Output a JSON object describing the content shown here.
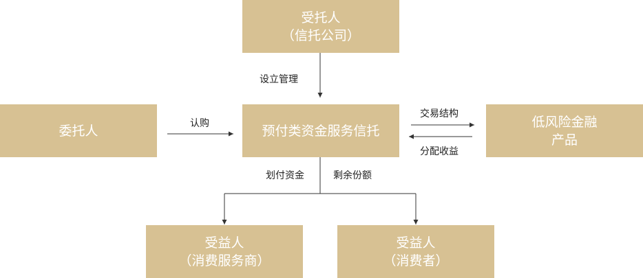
{
  "colors": {
    "box_fill": "#d7c193",
    "box_text": "#ffffff",
    "line": "#333333",
    "label_text": "#222222"
  },
  "nodes": {
    "trustee": {
      "line1": "受托人",
      "line2": "（信托公司）"
    },
    "settlor": {
      "line1": "委托人"
    },
    "trust": {
      "line1": "预付类资金服务信托"
    },
    "product": {
      "line1": "低风险金融",
      "line2": "产品"
    },
    "beneficiary_merchant": {
      "line1": "受益人",
      "line2": "（消费服务商）"
    },
    "beneficiary_consumer": {
      "line1": "受益人",
      "line2": "（消费者）"
    }
  },
  "edges": {
    "setup_manage": "设立管理",
    "subscribe": "认购",
    "trade_structure": "交易结构",
    "distribute_income": "分配收益",
    "transfer_funds": "划付资金",
    "remaining_share": "剩余份额"
  }
}
